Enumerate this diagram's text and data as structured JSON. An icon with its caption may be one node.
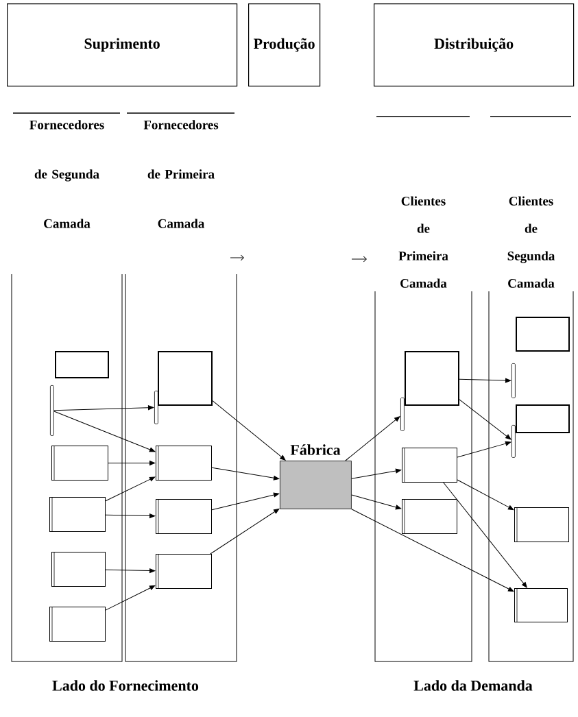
{
  "diagram": {
    "nodes": [
      {
        "text": [
          "Suprimento"
        ]
      },
      {
        "text": [
          "Produção"
        ]
      },
      {
        "text": [
          "Distribuição"
        ]
      },
      {
        "text": [
          "Fornecedores de Segunda Camada"
        ]
      },
      {
        "text": [
          "Fornecedores de Primeira Camada"
        ]
      },
      {
        "text": [
          "Clientes de Primeira Camada"
        ]
      },
      {
        "text": [
          "Clientes de Segunda Camada"
        ]
      },
      {
        "text": [
          "Fábrica"
        ]
      },
      {
        "text": [],
        "shape": "box",
        "in": 3
      },
      {
        "text": [],
        "shape": "bar",
        "in": 3
      },
      {
        "text": [],
        "shape": "box",
        "in": 3
      },
      {
        "text": [],
        "shape": "box",
        "in": 3
      },
      {
        "text": [],
        "shape": "box",
        "in": 3
      },
      {
        "text": [],
        "shape": "box",
        "in": 3
      },
      {
        "text": [],
        "shape": "box",
        "in": 4
      },
      {
        "text": [],
        "shape": "bar",
        "in": 4
      },
      {
        "text": [],
        "shape": "box",
        "in": 4
      },
      {
        "text": [],
        "shape": "box",
        "in": 4
      },
      {
        "text": [],
        "shape": "box",
        "in": 4
      },
      {
        "text": [],
        "shape": "box",
        "in": 5
      },
      {
        "text": [],
        "shape": "bar",
        "in": 5
      },
      {
        "text": [],
        "shape": "box",
        "in": 5
      },
      {
        "text": [],
        "shape": "box",
        "in": 5
      },
      {
        "text": [],
        "shape": "box",
        "in": 6
      },
      {
        "text": [],
        "shape": "bar",
        "in": 6
      },
      {
        "text": [],
        "shape": "box",
        "in": 6
      },
      {
        "text": [],
        "shape": "bar",
        "in": 6
      },
      {
        "text": [],
        "shape": "box",
        "in": 6
      },
      {
        "text": [],
        "shape": "box",
        "in": 6
      }
    ],
    "edges": [
      {
        "from": 9,
        "to": 15,
        "arrow": "to"
      },
      {
        "from": 9,
        "to": 16,
        "arrow": "to"
      },
      {
        "from": 10,
        "to": 16,
        "arrow": "to"
      },
      {
        "from": 11,
        "to": 16,
        "arrow": "to"
      },
      {
        "from": 11,
        "to": 17,
        "arrow": "to"
      },
      {
        "from": 12,
        "to": 18,
        "arrow": "to"
      },
      {
        "from": 13,
        "to": 18,
        "arrow": "to"
      },
      {
        "from": 14,
        "to": 7,
        "arrow": "to"
      },
      {
        "from": 16,
        "to": 7,
        "arrow": "to"
      },
      {
        "from": 17,
        "to": 7,
        "arrow": "to"
      },
      {
        "from": 18,
        "to": 7,
        "arrow": "to"
      },
      {
        "from": 7,
        "to": 20,
        "arrow": "to"
      },
      {
        "from": 7,
        "to": 21,
        "arrow": "to"
      },
      {
        "from": 7,
        "to": 22,
        "arrow": "to"
      },
      {
        "from": 7,
        "to": 28,
        "arrow": "to"
      },
      {
        "from": 19,
        "to": 24,
        "arrow": "to"
      },
      {
        "from": 19,
        "to": 26,
        "arrow": "to"
      },
      {
        "from": 21,
        "to": 26,
        "arrow": "to"
      },
      {
        "from": 21,
        "to": 27,
        "arrow": "to"
      },
      {
        "from": 21,
        "to": 28,
        "arrow": "to"
      }
    ],
    "labels": [
      "Lado do Fornecimento",
      "Lado da Demanda"
    ]
  }
}
